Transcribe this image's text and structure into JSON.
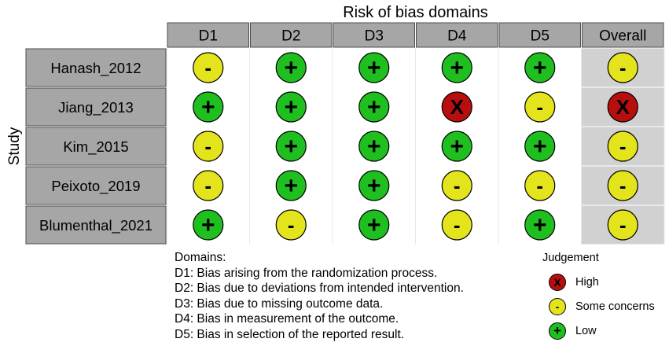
{
  "chart_data": {
    "type": "table",
    "title": "Risk of bias domains",
    "ylabel": "Study",
    "columns": [
      "D1",
      "D2",
      "D3",
      "D4",
      "D5",
      "Overall"
    ],
    "rows": [
      {
        "study": "Hanash_2012",
        "judgements": [
          "some",
          "low",
          "low",
          "low",
          "low",
          "some"
        ]
      },
      {
        "study": "Jiang_2013",
        "judgements": [
          "low",
          "low",
          "low",
          "high",
          "some",
          "high"
        ]
      },
      {
        "study": "Kim_2015",
        "judgements": [
          "some",
          "low",
          "low",
          "low",
          "low",
          "some"
        ]
      },
      {
        "study": "Peixoto_2019",
        "judgements": [
          "some",
          "low",
          "low",
          "some",
          "some",
          "some"
        ]
      },
      {
        "study": "Blumenthal_2021",
        "judgements": [
          "low",
          "some",
          "low",
          "some",
          "low",
          "some"
        ]
      }
    ],
    "symbols": {
      "low": "+",
      "some": "-",
      "high": "X"
    },
    "colors": {
      "low": "#1fbf1f",
      "some": "#e4e41c",
      "high": "#b90e0e",
      "header": "#a6a6a6",
      "overall_bg": "#d1d1d1",
      "grid": "#8c8c8c"
    }
  },
  "domains_legend": {
    "title": "Domains:",
    "items": [
      "D1: Bias arising from the randomization process.",
      "D2: Bias due to deviations from intended intervention.",
      "D3: Bias due to missing outcome data.",
      "D4: Bias in measurement of the outcome.",
      "D5: Bias in selection of the reported result."
    ]
  },
  "judgement_legend": {
    "title": "Judgement",
    "items": [
      {
        "key": "high",
        "label": "High"
      },
      {
        "key": "some",
        "label": "Some concerns"
      },
      {
        "key": "low",
        "label": "Low"
      }
    ]
  }
}
